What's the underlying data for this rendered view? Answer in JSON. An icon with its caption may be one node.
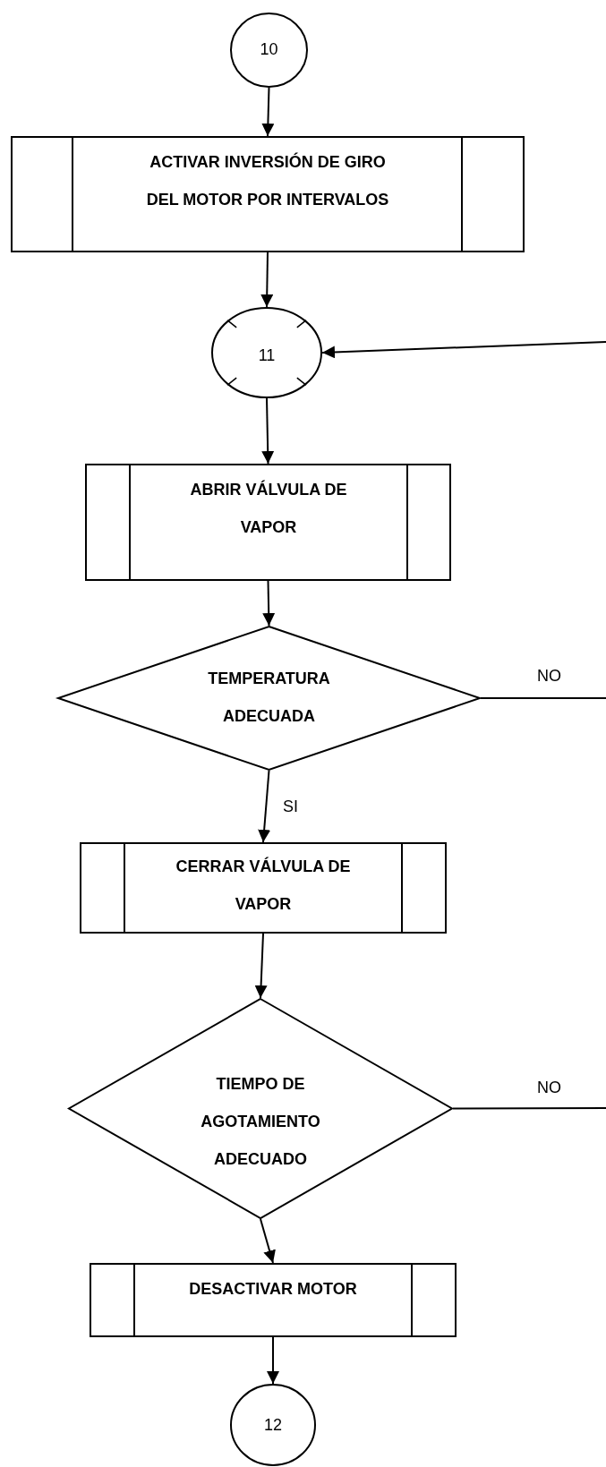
{
  "diagram": {
    "nodes": [
      {
        "text": [
          "10"
        ]
      },
      {
        "text": [
          "ACTIVAR INVERSIÓN DE GIRO DEL MOTOR POR INTERVALOS"
        ]
      },
      {
        "text": [
          "11"
        ]
      },
      {
        "text": [
          "ABRIR VÁLVULA DE VAPOR"
        ]
      },
      {
        "text": [
          "TEMPERATURA ADECUADA"
        ]
      },
      {
        "text": [
          "CERRAR VÁLVULA DE VAPOR"
        ]
      },
      {
        "text": [
          "TIEMPO DE AGOTAMIENTO ADECUADO"
        ]
      },
      {
        "text": [
          "DESACTIVAR MOTOR"
        ]
      },
      {
        "text": [
          "12"
        ]
      }
    ],
    "edges": [
      {
        "from": 0,
        "to": 1,
        "arrow": "to"
      },
      {
        "from": 1,
        "to": 2,
        "arrow": "to"
      },
      {
        "from": 2,
        "to": 3,
        "arrow": "to"
      },
      {
        "from": 3,
        "to": 4,
        "arrow": "to"
      },
      {
        "from": 4,
        "to": 5,
        "arrow": "to",
        "label": "SI"
      },
      {
        "from": 5,
        "to": 6,
        "arrow": "to"
      },
      {
        "from": 6,
        "to": 7,
        "arrow": "to"
      },
      {
        "from": 7,
        "to": 8,
        "arrow": "to"
      },
      {
        "from": 4,
        "to": null,
        "arrow": "none",
        "label": "NO"
      },
      {
        "from": 6,
        "to": null,
        "arrow": "none",
        "label": "NO"
      },
      {
        "from": null,
        "to": 2,
        "arrow": "to"
      }
    ]
  }
}
